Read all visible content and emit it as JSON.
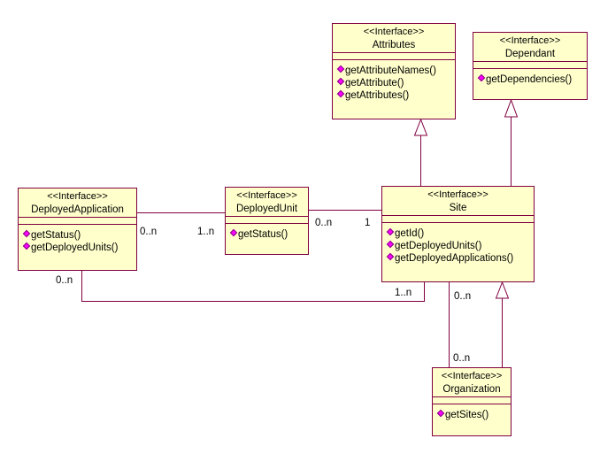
{
  "colors": {
    "line": "#800040",
    "fill": "#ffffcc",
    "operation_icon": "#ff00ff"
  },
  "classes": {
    "attributes": {
      "stereotype": "<<Interface>>",
      "name": "Attributes",
      "operations": [
        "getAttributeNames()",
        "getAttribute()",
        "getAttributes()"
      ]
    },
    "dependant": {
      "stereotype": "<<Interface>>",
      "name": "Dependant",
      "operations": [
        "getDependencies()"
      ]
    },
    "deployed_application": {
      "stereotype": "<<Interface>>",
      "name": "DeployedApplication",
      "operations": [
        "getStatus()",
        "getDeployedUnits()"
      ]
    },
    "deployed_unit": {
      "stereotype": "<<Interface>>",
      "name": "DeployedUnit",
      "operations": [
        "getStatus()"
      ]
    },
    "site": {
      "stereotype": "<<Interface>>",
      "name": "Site",
      "operations": [
        "getId()",
        "getDeployedUnits()",
        "getDeployedApplications()"
      ]
    },
    "organization": {
      "stereotype": "<<Interface>>",
      "name": "Organization",
      "operations": [
        "getSites()"
      ]
    }
  },
  "relationships": [
    {
      "type": "association",
      "from": "DeployedApplication",
      "to": "DeployedUnit",
      "from_mult": "0..n",
      "to_mult": "1..n"
    },
    {
      "type": "association",
      "from": "DeployedUnit",
      "to": "Site",
      "from_mult": "0..n",
      "to_mult": "1"
    },
    {
      "type": "association",
      "from": "DeployedApplication",
      "to": "Site",
      "from_mult": "0..n",
      "to_mult": "1..n"
    },
    {
      "type": "association",
      "from": "Site",
      "to": "Organization",
      "from_mult": "0..n",
      "to_mult": "0..n"
    },
    {
      "type": "generalization",
      "from": "Site",
      "to": "Attributes"
    },
    {
      "type": "generalization",
      "from": "Site",
      "to": "Dependant"
    },
    {
      "type": "generalization",
      "from": "Organization",
      "to": "Site"
    }
  ],
  "multiplicities": {
    "da_du_da": "0..n",
    "da_du_du": "1..n",
    "du_site_du": "0..n",
    "du_site_site": "1",
    "da_site_da": "0..n",
    "da_site_site": "1..n",
    "site_org_site": "0..n",
    "site_org_org": "0..n"
  }
}
